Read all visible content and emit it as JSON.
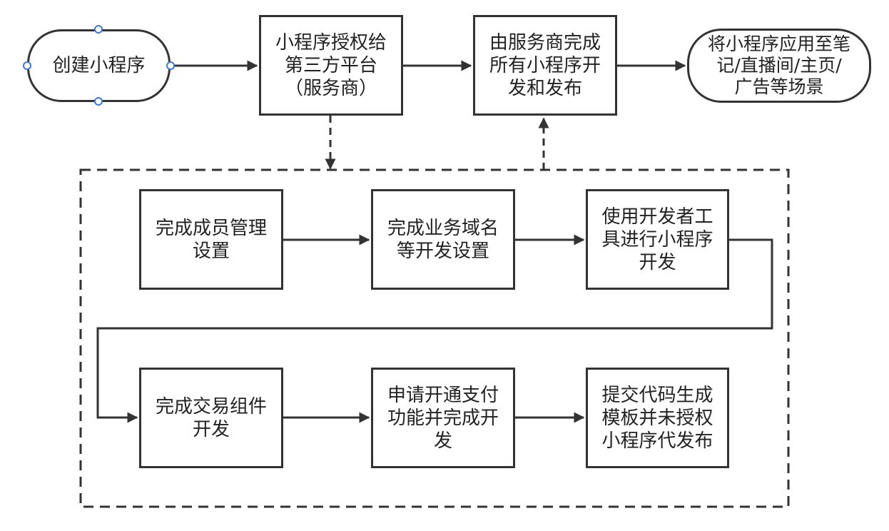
{
  "nodes": {
    "start": "创建小程序",
    "authorize": "小程序授权给\n第三方平台\n（服务商）",
    "provider_dev": "由服务商完成\n所有小程序开\n发和发布",
    "apply": "将小程序应用至笔\n记/直播间/主页/\n广告等场景",
    "member_mgmt": "完成成员管理\n设置",
    "domain_setup": "完成业务域名\n等开发设置",
    "dev_tools": "使用开发者工\n具进行小程序\n开发",
    "trade_component": "完成交易组件\n开发",
    "payment": "申请开通支付\n功能并完成开\n发",
    "submit_code": "提交代码生成\n模板并未授权\n小程序代发布"
  },
  "colors": {
    "stroke": "#333333",
    "handle": "#3b78e7",
    "background": "#ffffff"
  }
}
